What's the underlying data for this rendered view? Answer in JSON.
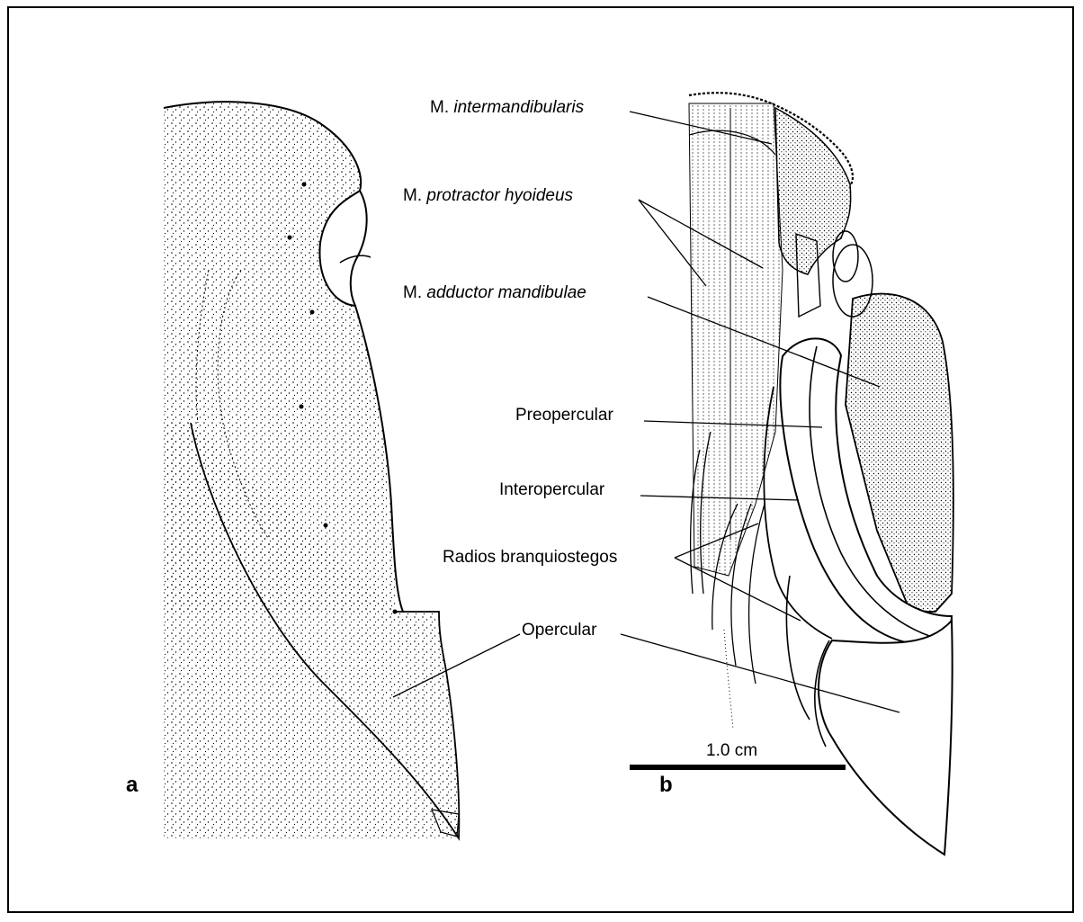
{
  "figure": {
    "panels": {
      "a": "a",
      "b": "b"
    },
    "scale_bar": {
      "label": "1.0 cm"
    },
    "labels": {
      "intermandibularis": {
        "prefix": "M. ",
        "italic": "intermandibularis"
      },
      "protractor": {
        "prefix": "M. ",
        "italic": "protractor hyoideus"
      },
      "adductor": {
        "prefix": "M. ",
        "italic": "adductor mandibulae"
      },
      "preopercular": "Preopercular",
      "interopercular": "Interopercular",
      "radios": "Radios branquiostegos",
      "opercular": "Opercular"
    }
  }
}
